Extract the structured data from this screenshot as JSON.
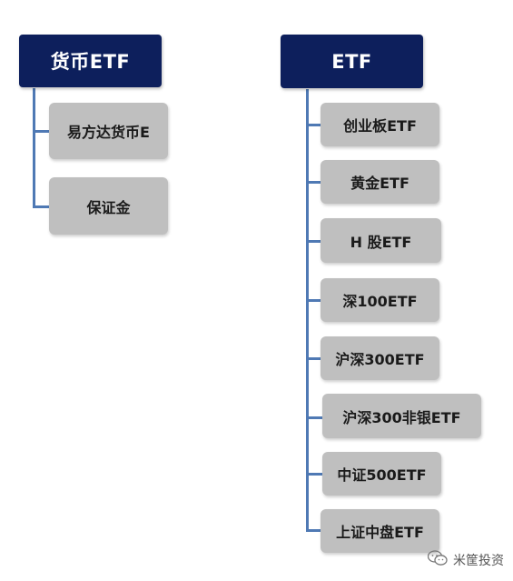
{
  "left_group": {
    "header": "货币ETF",
    "children": [
      "易方达货币E",
      "保证金"
    ]
  },
  "right_group": {
    "header": "ETF",
    "children": [
      "创业板ETF",
      "黄金ETF",
      "H 股ETF",
      "深100ETF",
      "沪深300ETF",
      "沪深300非银ETF",
      "中证500ETF",
      "上证中盘ETF"
    ]
  },
  "watermark": {
    "icon": "wechat-icon",
    "text": "米筐投资"
  },
  "colors": {
    "header_bg": "#0d1f5c",
    "child_bg": "#bfbfbf",
    "connector": "#4f79b4"
  }
}
